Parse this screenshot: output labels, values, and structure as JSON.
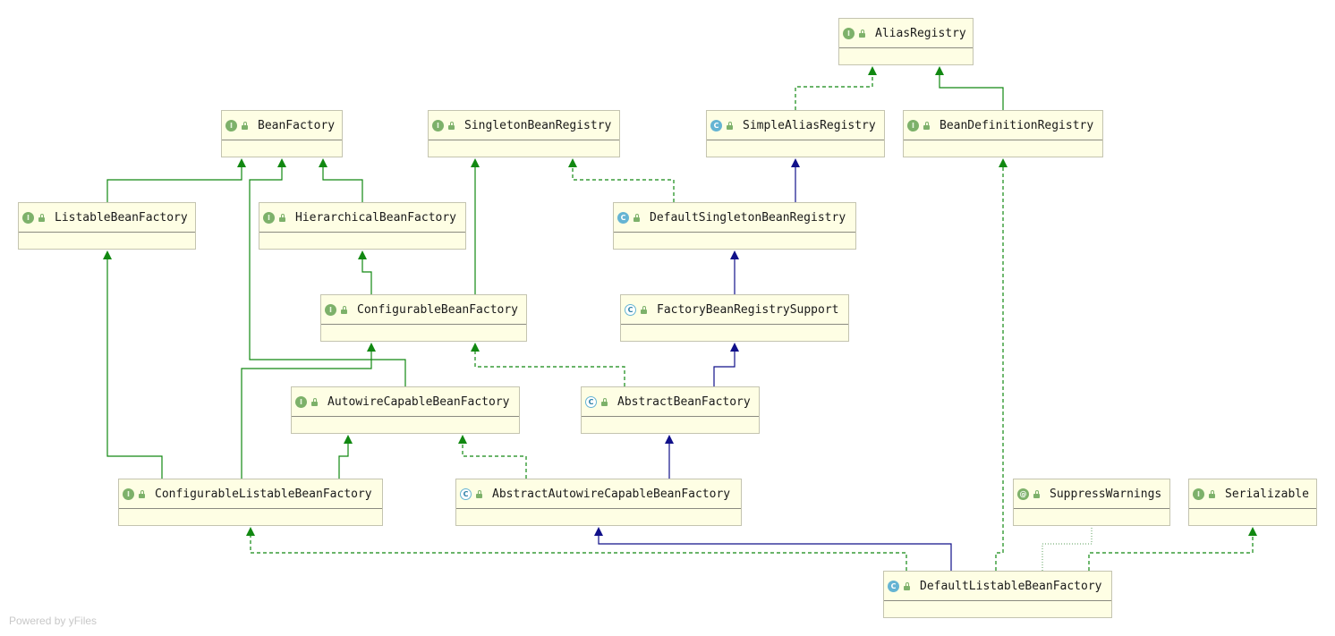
{
  "colors": {
    "interface_edge": "#118811",
    "class_edge": "#10108a",
    "annotation_edge": "#7ab07a",
    "node_fill": "#fefee4",
    "node_border": "#c4c4b0"
  },
  "nodes": [
    {
      "id": "AliasRegistry",
      "label": "AliasRegistry",
      "kind": "interface",
      "kind_letter": "I",
      "icon": "interface-icon"
    },
    {
      "id": "BeanFactory",
      "label": "BeanFactory",
      "kind": "interface",
      "kind_letter": "I",
      "icon": "interface-icon"
    },
    {
      "id": "SingletonBeanRegistry",
      "label": "SingletonBeanRegistry",
      "kind": "interface",
      "kind_letter": "I",
      "icon": "interface-icon"
    },
    {
      "id": "SimpleAliasRegistry",
      "label": "SimpleAliasRegistry",
      "kind": "class",
      "kind_letter": "C",
      "icon": "class-icon"
    },
    {
      "id": "BeanDefinitionRegistry",
      "label": "BeanDefinitionRegistry",
      "kind": "interface",
      "kind_letter": "I",
      "icon": "interface-icon"
    },
    {
      "id": "ListableBeanFactory",
      "label": "ListableBeanFactory",
      "kind": "interface",
      "kind_letter": "I",
      "icon": "interface-icon"
    },
    {
      "id": "HierarchicalBeanFactory",
      "label": "HierarchicalBeanFactory",
      "kind": "interface",
      "kind_letter": "I",
      "icon": "interface-icon"
    },
    {
      "id": "DefaultSingletonBeanRegistry",
      "label": "DefaultSingletonBeanRegistry",
      "kind": "class",
      "kind_letter": "C",
      "icon": "class-icon"
    },
    {
      "id": "ConfigurableBeanFactory",
      "label": "ConfigurableBeanFactory",
      "kind": "interface",
      "kind_letter": "I",
      "icon": "interface-icon"
    },
    {
      "id": "FactoryBeanRegistrySupport",
      "label": "FactoryBeanRegistrySupport",
      "kind": "abstract",
      "kind_letter": "C",
      "icon": "abstract-class-icon"
    },
    {
      "id": "AutowireCapableBeanFactory",
      "label": "AutowireCapableBeanFactory",
      "kind": "interface",
      "kind_letter": "I",
      "icon": "interface-icon"
    },
    {
      "id": "AbstractBeanFactory",
      "label": "AbstractBeanFactory",
      "kind": "abstract",
      "kind_letter": "C",
      "icon": "abstract-class-icon"
    },
    {
      "id": "ConfigurableListableBeanFactory",
      "label": "ConfigurableListableBeanFactory",
      "kind": "interface",
      "kind_letter": "I",
      "icon": "interface-icon"
    },
    {
      "id": "AbstractAutowireCapableBeanFactory",
      "label": "AbstractAutowireCapableBeanFactory",
      "kind": "abstract",
      "kind_letter": "C",
      "icon": "abstract-class-icon"
    },
    {
      "id": "SuppressWarnings",
      "label": "SuppressWarnings",
      "kind": "annotation",
      "kind_letter": "@",
      "icon": "annotation-icon"
    },
    {
      "id": "Serializable",
      "label": "Serializable",
      "kind": "interface",
      "kind_letter": "I",
      "icon": "interface-icon"
    },
    {
      "id": "DefaultListableBeanFactory",
      "label": "DefaultListableBeanFactory",
      "kind": "class",
      "kind_letter": "C",
      "icon": "class-icon"
    }
  ],
  "edges": [
    {
      "from": "SimpleAliasRegistry",
      "to": "AliasRegistry",
      "type": "implements"
    },
    {
      "from": "BeanDefinitionRegistry",
      "to": "AliasRegistry",
      "type": "extends-interface"
    },
    {
      "from": "ListableBeanFactory",
      "to": "BeanFactory",
      "type": "extends-interface"
    },
    {
      "from": "HierarchicalBeanFactory",
      "to": "BeanFactory",
      "type": "extends-interface"
    },
    {
      "from": "AutowireCapableBeanFactory",
      "to": "BeanFactory",
      "type": "extends-interface"
    },
    {
      "from": "ConfigurableBeanFactory",
      "to": "HierarchicalBeanFactory",
      "type": "extends-interface"
    },
    {
      "from": "ConfigurableBeanFactory",
      "to": "SingletonBeanRegistry",
      "type": "extends-interface"
    },
    {
      "from": "DefaultSingletonBeanRegistry",
      "to": "SingletonBeanRegistry",
      "type": "implements"
    },
    {
      "from": "DefaultSingletonBeanRegistry",
      "to": "SimpleAliasRegistry",
      "type": "extends-class"
    },
    {
      "from": "FactoryBeanRegistrySupport",
      "to": "DefaultSingletonBeanRegistry",
      "type": "extends-class"
    },
    {
      "from": "AbstractBeanFactory",
      "to": "FactoryBeanRegistrySupport",
      "type": "extends-class"
    },
    {
      "from": "AbstractBeanFactory",
      "to": "ConfigurableBeanFactory",
      "type": "implements"
    },
    {
      "from": "ConfigurableListableBeanFactory",
      "to": "ListableBeanFactory",
      "type": "extends-interface"
    },
    {
      "from": "ConfigurableListableBeanFactory",
      "to": "ConfigurableBeanFactory",
      "type": "extends-interface"
    },
    {
      "from": "ConfigurableListableBeanFactory",
      "to": "AutowireCapableBeanFactory",
      "type": "extends-interface"
    },
    {
      "from": "AbstractAutowireCapableBeanFactory",
      "to": "AutowireCapableBeanFactory",
      "type": "implements"
    },
    {
      "from": "AbstractAutowireCapableBeanFactory",
      "to": "AbstractBeanFactory",
      "type": "extends-class"
    },
    {
      "from": "DefaultListableBeanFactory",
      "to": "ConfigurableListableBeanFactory",
      "type": "implements"
    },
    {
      "from": "DefaultListableBeanFactory",
      "to": "AbstractAutowireCapableBeanFactory",
      "type": "extends-class"
    },
    {
      "from": "DefaultListableBeanFactory",
      "to": "BeanDefinitionRegistry",
      "type": "implements"
    },
    {
      "from": "DefaultListableBeanFactory",
      "to": "SuppressWarnings",
      "type": "annotated"
    },
    {
      "from": "DefaultListableBeanFactory",
      "to": "Serializable",
      "type": "implements"
    }
  ],
  "footer": "Powered by yFiles"
}
